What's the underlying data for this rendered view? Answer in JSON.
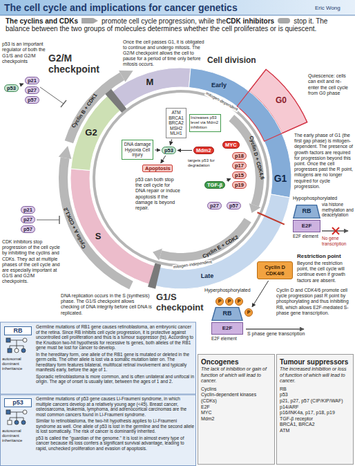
{
  "diagram": {
    "title": "The cell cycle and implications for cancer genetics",
    "nodes": [
      {
        "text": [
          "p53"
        ]
      },
      {
        "text": [
          "p21"
        ]
      },
      {
        "text": [
          "p27"
        ]
      },
      {
        "text": [
          "p57"
        ]
      },
      {
        "text": [
          "ATM BRCA1 BRCA2 MSH2 MLH1"
        ]
      },
      {
        "text": [
          "DNA damage Hypoxia Cell injury"
        ]
      },
      {
        "text": [
          "p53"
        ]
      },
      {
        "text": [
          "Mdm2"
        ]
      },
      {
        "text": [
          "Apoptosis"
        ]
      },
      {
        "text": [
          "MYC"
        ]
      },
      {
        "text": [
          "p18"
        ]
      },
      {
        "text": [
          "p17"
        ]
      },
      {
        "text": [
          "p15"
        ]
      },
      {
        "text": [
          "p19"
        ]
      },
      {
        "text": [
          "TGF-β"
        ]
      },
      {
        "text": [
          "p27"
        ]
      },
      {
        "text": [
          "p57"
        ]
      },
      {
        "text": [
          "RB"
        ]
      },
      {
        "text": [
          "E2F"
        ]
      },
      {
        "text": [
          "p21"
        ]
      },
      {
        "text": [
          "p27"
        ]
      },
      {
        "text": [
          "p57"
        ]
      },
      {
        "text": [
          "Cyclin D CDK4/6"
        ]
      },
      {
        "text": [
          "P"
        ]
      },
      {
        "text": [
          "P"
        ]
      },
      {
        "text": [
          "P"
        ]
      },
      {
        "text": [
          "P"
        ]
      },
      {
        "text": [
          "RB"
        ]
      },
      {
        "text": [
          "E2F"
        ]
      },
      {
        "text": [
          "RB"
        ]
      },
      {
        "text": [
          "p53"
        ]
      },
      {
        "text": [
          "Oncogenes",
          "The lack of inhibition or gain of function of which will lead to cancer.",
          "Cyclins",
          "Cyclin-dependent kinases (CDKs)",
          "E2F",
          "MYC",
          "Mdm2"
        ]
      },
      {
        "text": [
          "Tumour suppressors",
          "The increased inhibition or loss of function of which will lead to cancer.",
          "RB",
          "p53",
          "p21, p27, p57 (CIP/KIP/WAF)",
          "p14/ARF",
          "p16/INK4a, p17, p18, p19",
          "TGF-β receptor",
          "BRCA1, BRCA2",
          "ATM"
        ]
      }
    ],
    "edges": [
      {
        "from": 0,
        "to": 1,
        "arrow": "to"
      },
      {
        "from": 5,
        "to": 6,
        "arrow": "to"
      },
      {
        "from": 4,
        "to": 6,
        "arrow": "to"
      },
      {
        "from": 7,
        "to": 6,
        "arrow": "to"
      },
      {
        "from": 6,
        "to": 8,
        "arrow": "to"
      },
      {
        "from": 14,
        "to": 12,
        "arrow": "to"
      },
      {
        "from": 22,
        "to": 26,
        "arrow": "to"
      }
    ],
    "labels": [
      "Eric Wong",
      "The cyclins and CDKs",
      "promote cell cycle progression, while the",
      "CDK inhibitors",
      "stop it. The balance between the two groups of molecules determines whether the cell proliferates or is quiescent.",
      "p53 is an important regulator of both the G1/S and G2/M checkpoints",
      "G2/M checkpoint",
      "Once the cell passes G1, it is obligated to continue and undergo mitosis. The G2/M checkpoint allows the cell to pause for a period of time only before mitosis occurs.",
      "Cell division",
      "M",
      "Early",
      "G0",
      "Quiescence: cells can exit and re-enter the cell cycle from G0 phase",
      "G2",
      "G1",
      "The early phase of G1 (the first gap phase) is mitogen-dependent. The presence of growth factors are required for progression beyond this point. Once the cell progresses past the R point, mitogens are no longer required for cycle progression.",
      "Cyclin B + CDK1",
      "Increases p53 level via Mdm2 inhibition",
      "targets p53 for degradation",
      "p53 can both stop the cell cycle for DNA repair or induce apoptosis if the damage is beyond repair.",
      "mitogen-dependent",
      "Cyclin D + CDK4,6",
      "Hypophosphorylated",
      "via histone methylation and deacetylation",
      "E2F element",
      "No gene transcription",
      "Cyclin A + CDK1,2",
      "S",
      "CDK inhibitors stop progression of the cell cycle by inhibiting the cyclins and CDKs. They act at multiple phases of the cell cycle and are especially important at G1/S and G2/M checkpoints.",
      "Cyclin E + CDK2",
      "mitogen-independent",
      "Late",
      "Restriction point",
      "Beyond the restriction point, the cell cycle will continue even if growth factors are absent.",
      "Hyperphosphorylated",
      "Cyclin D and CDK4/6 promote cell cycle progression past R point by phosphorylating and thus inhibiting RB, which allows E2F-mediated S-phase gene transcription.",
      "DNA replication occurs in the S (synthesis) phase. The G1/S checkpoint allows checking of DNA integrity before cell DNA is replicated.",
      "G1/S checkpoint",
      "E2F element",
      "S phase gene transcription",
      "autosomal dominant inheritance",
      "Germline mutations of RB1 gene causes retinoblastoma, an embryonic cancer of the retina. Since RB inhibits cell cycle progression, it is protective against uncontrolled cell proliferation and thus is a tumour suppressor (ts). According to the Knudson two-hit hypothesis for recessive ts genes, both alleles of the RB1 gene must be lost for cancer to develop.",
      "In the hereditary form, one allele of the RB1 gene is mutated or deleted in the germ cells. The other allele is lost via a somatic mutation later on. The hereditary form features bilateral, multifocal retinal involvement and typically manifests early, before the age of 1.",
      "Sporadic retinoblastoma is more common, and is often unilateral and unifocal in origin. The age of onset is usually later, between the ages of 1 and 2.",
      "autosomal dominant inheritance",
      "Germline mutations of p53 gene causes Li-Fraumeni syndrome, in which multiple cancers develop at a relatively young age (<45). Breast cancer, osteosarcoma, leukemia, lymphoma, and adrenocortical carcinomas are the most common cancers found in Li-Fraumeni syndrome.",
      "Similar to retinoblastoma, the two-hit hypothesis applies to Li-Fraumeni syndrome as well. One allele of p53 is lost in the germline and the second allele is lost somatically. The risk of cancer is dominantly inherited.",
      "p53 is called the \"guardian of the genome.\" It is lost in almost every type of cancer because its loss confers a significant survival advantage, leading to rapid, unchecked proliferation and evasion of apoptosis."
    ]
  }
}
